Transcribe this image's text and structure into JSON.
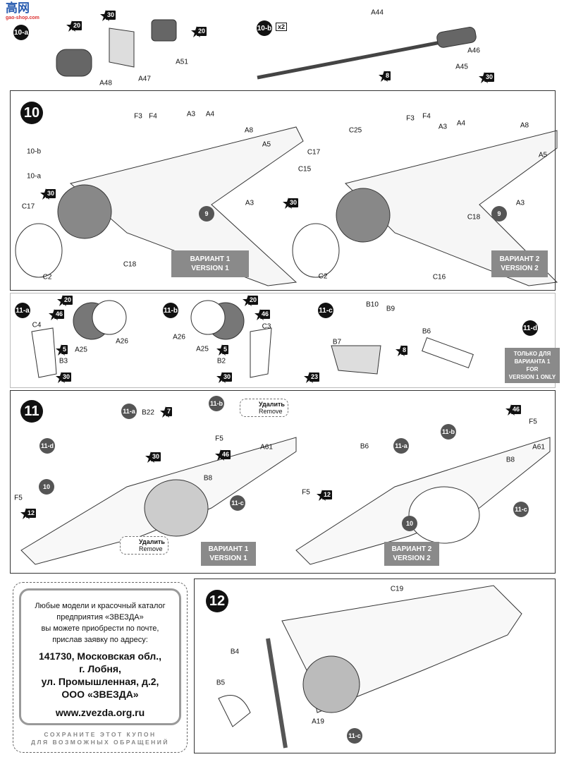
{
  "watermark": {
    "text": "高网",
    "sub": "gao-shop.com"
  },
  "steps": {
    "s10a_top": "10-a",
    "s10b_top": "10-b",
    "x2": "x2",
    "s10": "10",
    "s11": "11",
    "s12": "12",
    "s11a": "11-a",
    "s11b": "11-b",
    "s11c": "11-c",
    "s11d": "11-d"
  },
  "labels": {
    "top": [
      "A48",
      "A47",
      "A51",
      "A44",
      "A46",
      "A45"
    ],
    "p10": [
      "10-b",
      "10-a",
      "C17",
      "F3",
      "F4",
      "A3",
      "A4",
      "A8",
      "A5",
      "A3",
      "C2",
      "C18",
      "C25",
      "F3",
      "F4",
      "A3",
      "A4",
      "A8",
      "A5",
      "C17",
      "C15",
      "C18",
      "A3",
      "C2",
      "C16"
    ],
    "p10_circles": [
      "9",
      "9"
    ],
    "p11sub": [
      "C4",
      "B3",
      "A25",
      "A26",
      "A26",
      "A25",
      "C3",
      "B2",
      "B10",
      "B9",
      "B7",
      "B6"
    ],
    "p11": [
      "B22",
      "F5",
      "A61",
      "B8",
      "F5",
      "B6",
      "F5",
      "A61",
      "B8",
      "F5"
    ],
    "p11_circles": [
      "11-d",
      "11-a",
      "11-b",
      "11-c",
      "10",
      "11-a",
      "11-b",
      "11-c",
      "10"
    ],
    "p12": [
      "C19",
      "B4",
      "B5",
      "A19"
    ],
    "p12_circles": [
      "11-c"
    ]
  },
  "stars": {
    "top": [
      "20",
      "30",
      "20",
      "8",
      "30"
    ],
    "p10": [
      "30",
      "30"
    ],
    "p11sub": [
      "20",
      "46",
      "5",
      "30",
      "20",
      "46",
      "5",
      "30",
      "8",
      "23"
    ],
    "p11": [
      "7",
      "30",
      "46",
      "12",
      "46",
      "12"
    ]
  },
  "variants": {
    "v1": [
      "ВАРИАНТ 1",
      "VERSION 1"
    ],
    "v2": [
      "ВАРИАНТ 2",
      "VERSION 2"
    ],
    "only_v1": [
      "ТОЛЬКО ДЛЯ",
      "ВАРИАНТА 1",
      "FOR",
      "VERSION 1 ONLY"
    ]
  },
  "remove": {
    "ru": "Удалить",
    "en": "Remove"
  },
  "coupon": {
    "lines": [
      "Любые модели и красочный каталог",
      "предприятия «ЗВЕЗДА»",
      "вы можете приобрести по почте,",
      "прислав заявку по адресу:"
    ],
    "address": [
      "141730, Московская обл.,",
      "г. Лобня,",
      "ул. Промышленная, д.2,",
      "ООО «ЗВЕЗДА»"
    ],
    "url": "www.zvezda.org.ru",
    "footer": [
      "СОХРАНИТЕ ЭТОТ КУПОН",
      "ДЛЯ ВОЗМОЖНЫХ ОБРАЩЕНИЙ"
    ]
  }
}
